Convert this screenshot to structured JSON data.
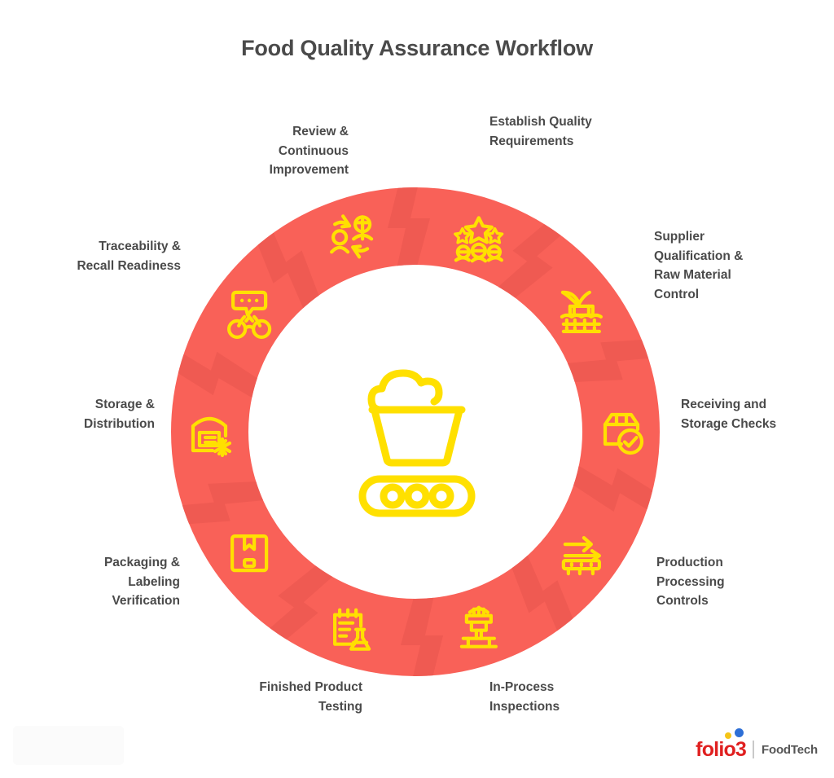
{
  "page": {
    "title": "Food Quality Assurance Workflow",
    "background_color": "#ffffff",
    "text_color": "#4a4a4a"
  },
  "theme": {
    "ring_color": "#f96158",
    "ring_separator_color": "#ef5a52",
    "icon_color": "#ffe000",
    "center_icon_color": "#ffe000"
  },
  "center": {
    "icon": "food-container-conveyor-icon"
  },
  "wheel": {
    "steps": [
      {
        "index": 1,
        "label": "Establish Quality\nRequirements",
        "icon": "quality-stars-people-icon",
        "angle_deg": 18,
        "label_side": "right"
      },
      {
        "index": 2,
        "label": "Supplier\nQualification &\nRaw Material\nControl",
        "icon": "harvest-field-icon",
        "angle_deg": 54,
        "label_side": "right"
      },
      {
        "index": 3,
        "label": "Receiving and\nStorage Checks",
        "icon": "box-check-icon",
        "angle_deg": 90,
        "label_side": "right"
      },
      {
        "index": 4,
        "label": "Production\nProcessing\nControls",
        "icon": "conveyor-arrow-icon",
        "angle_deg": 126,
        "label_side": "right"
      },
      {
        "index": 5,
        "label": "In-Process\nInspections",
        "icon": "inspection-machine-icon",
        "angle_deg": 162,
        "label_side": "right"
      },
      {
        "index": 6,
        "label": "Finished Product\nTesting",
        "icon": "lab-flask-test-icon",
        "angle_deg": 198,
        "label_side": "left"
      },
      {
        "index": 7,
        "label": "Packaging &\nLabeling\nVerification",
        "icon": "package-box-icon",
        "angle_deg": 234,
        "label_side": "left"
      },
      {
        "index": 8,
        "label": "Storage &\nDistribution",
        "icon": "cold-warehouse-icon",
        "angle_deg": 270,
        "label_side": "left"
      },
      {
        "index": 9,
        "label": "Traceability &\nRecall Readiness",
        "icon": "binoculars-trace-icon",
        "angle_deg": 306,
        "label_side": "left"
      },
      {
        "index": 10,
        "label": "Review &\nContinuous\nImprovement",
        "icon": "people-cycle-icon",
        "angle_deg": 342,
        "label_side": "left"
      }
    ]
  },
  "logo": {
    "mark": "folio3",
    "sub": "FoodTech"
  }
}
